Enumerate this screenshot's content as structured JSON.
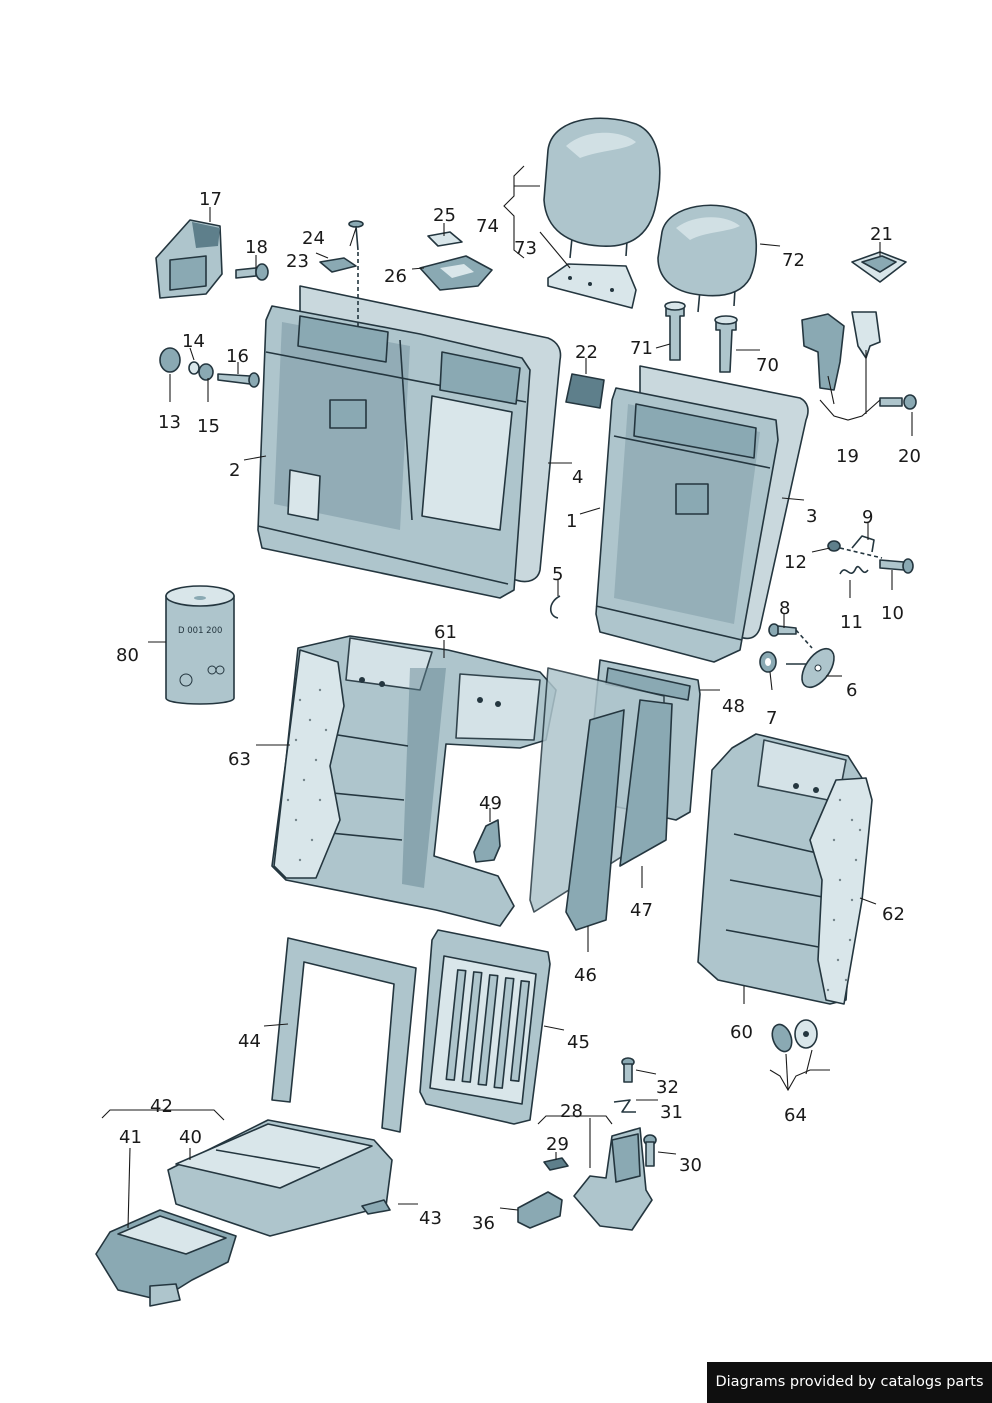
{
  "labels": {
    "p1": "1",
    "p2": "2",
    "p3": "3",
    "p4": "4",
    "p5": "5",
    "p6": "6",
    "p7": "7",
    "p8": "8",
    "p9": "9",
    "p10": "10",
    "p11": "11",
    "p12": "12",
    "p13": "13",
    "p14": "14",
    "p15": "15",
    "p16": "16",
    "p17": "17",
    "p18": "18",
    "p19": "19",
    "p20": "20",
    "p21": "21",
    "p22": "22",
    "p23": "23",
    "p24": "24",
    "p25": "25",
    "p26": "26",
    "p28": "28",
    "p29": "29",
    "p30": "30",
    "p31": "31",
    "p32": "32",
    "p36": "36",
    "p40": "40",
    "p41": "41",
    "p42": "42",
    "p43": "43",
    "p44": "44",
    "p45": "45",
    "p46": "46",
    "p47": "47",
    "p48": "48",
    "p49": "49",
    "p60": "60",
    "p61": "61",
    "p62": "62",
    "p63": "63",
    "p64": "64",
    "p70": "70",
    "p71": "71",
    "p72": "72",
    "p73": "73",
    "p74": "74",
    "p80": "80"
  },
  "can_text": "D 001 200",
  "credit": "Diagrams provided by catalogs parts",
  "colors": {
    "part": "#aec5cc",
    "part_dark": "#5e7f8b",
    "outline": "#24363f",
    "credit_bg": "#0f0f0f"
  }
}
